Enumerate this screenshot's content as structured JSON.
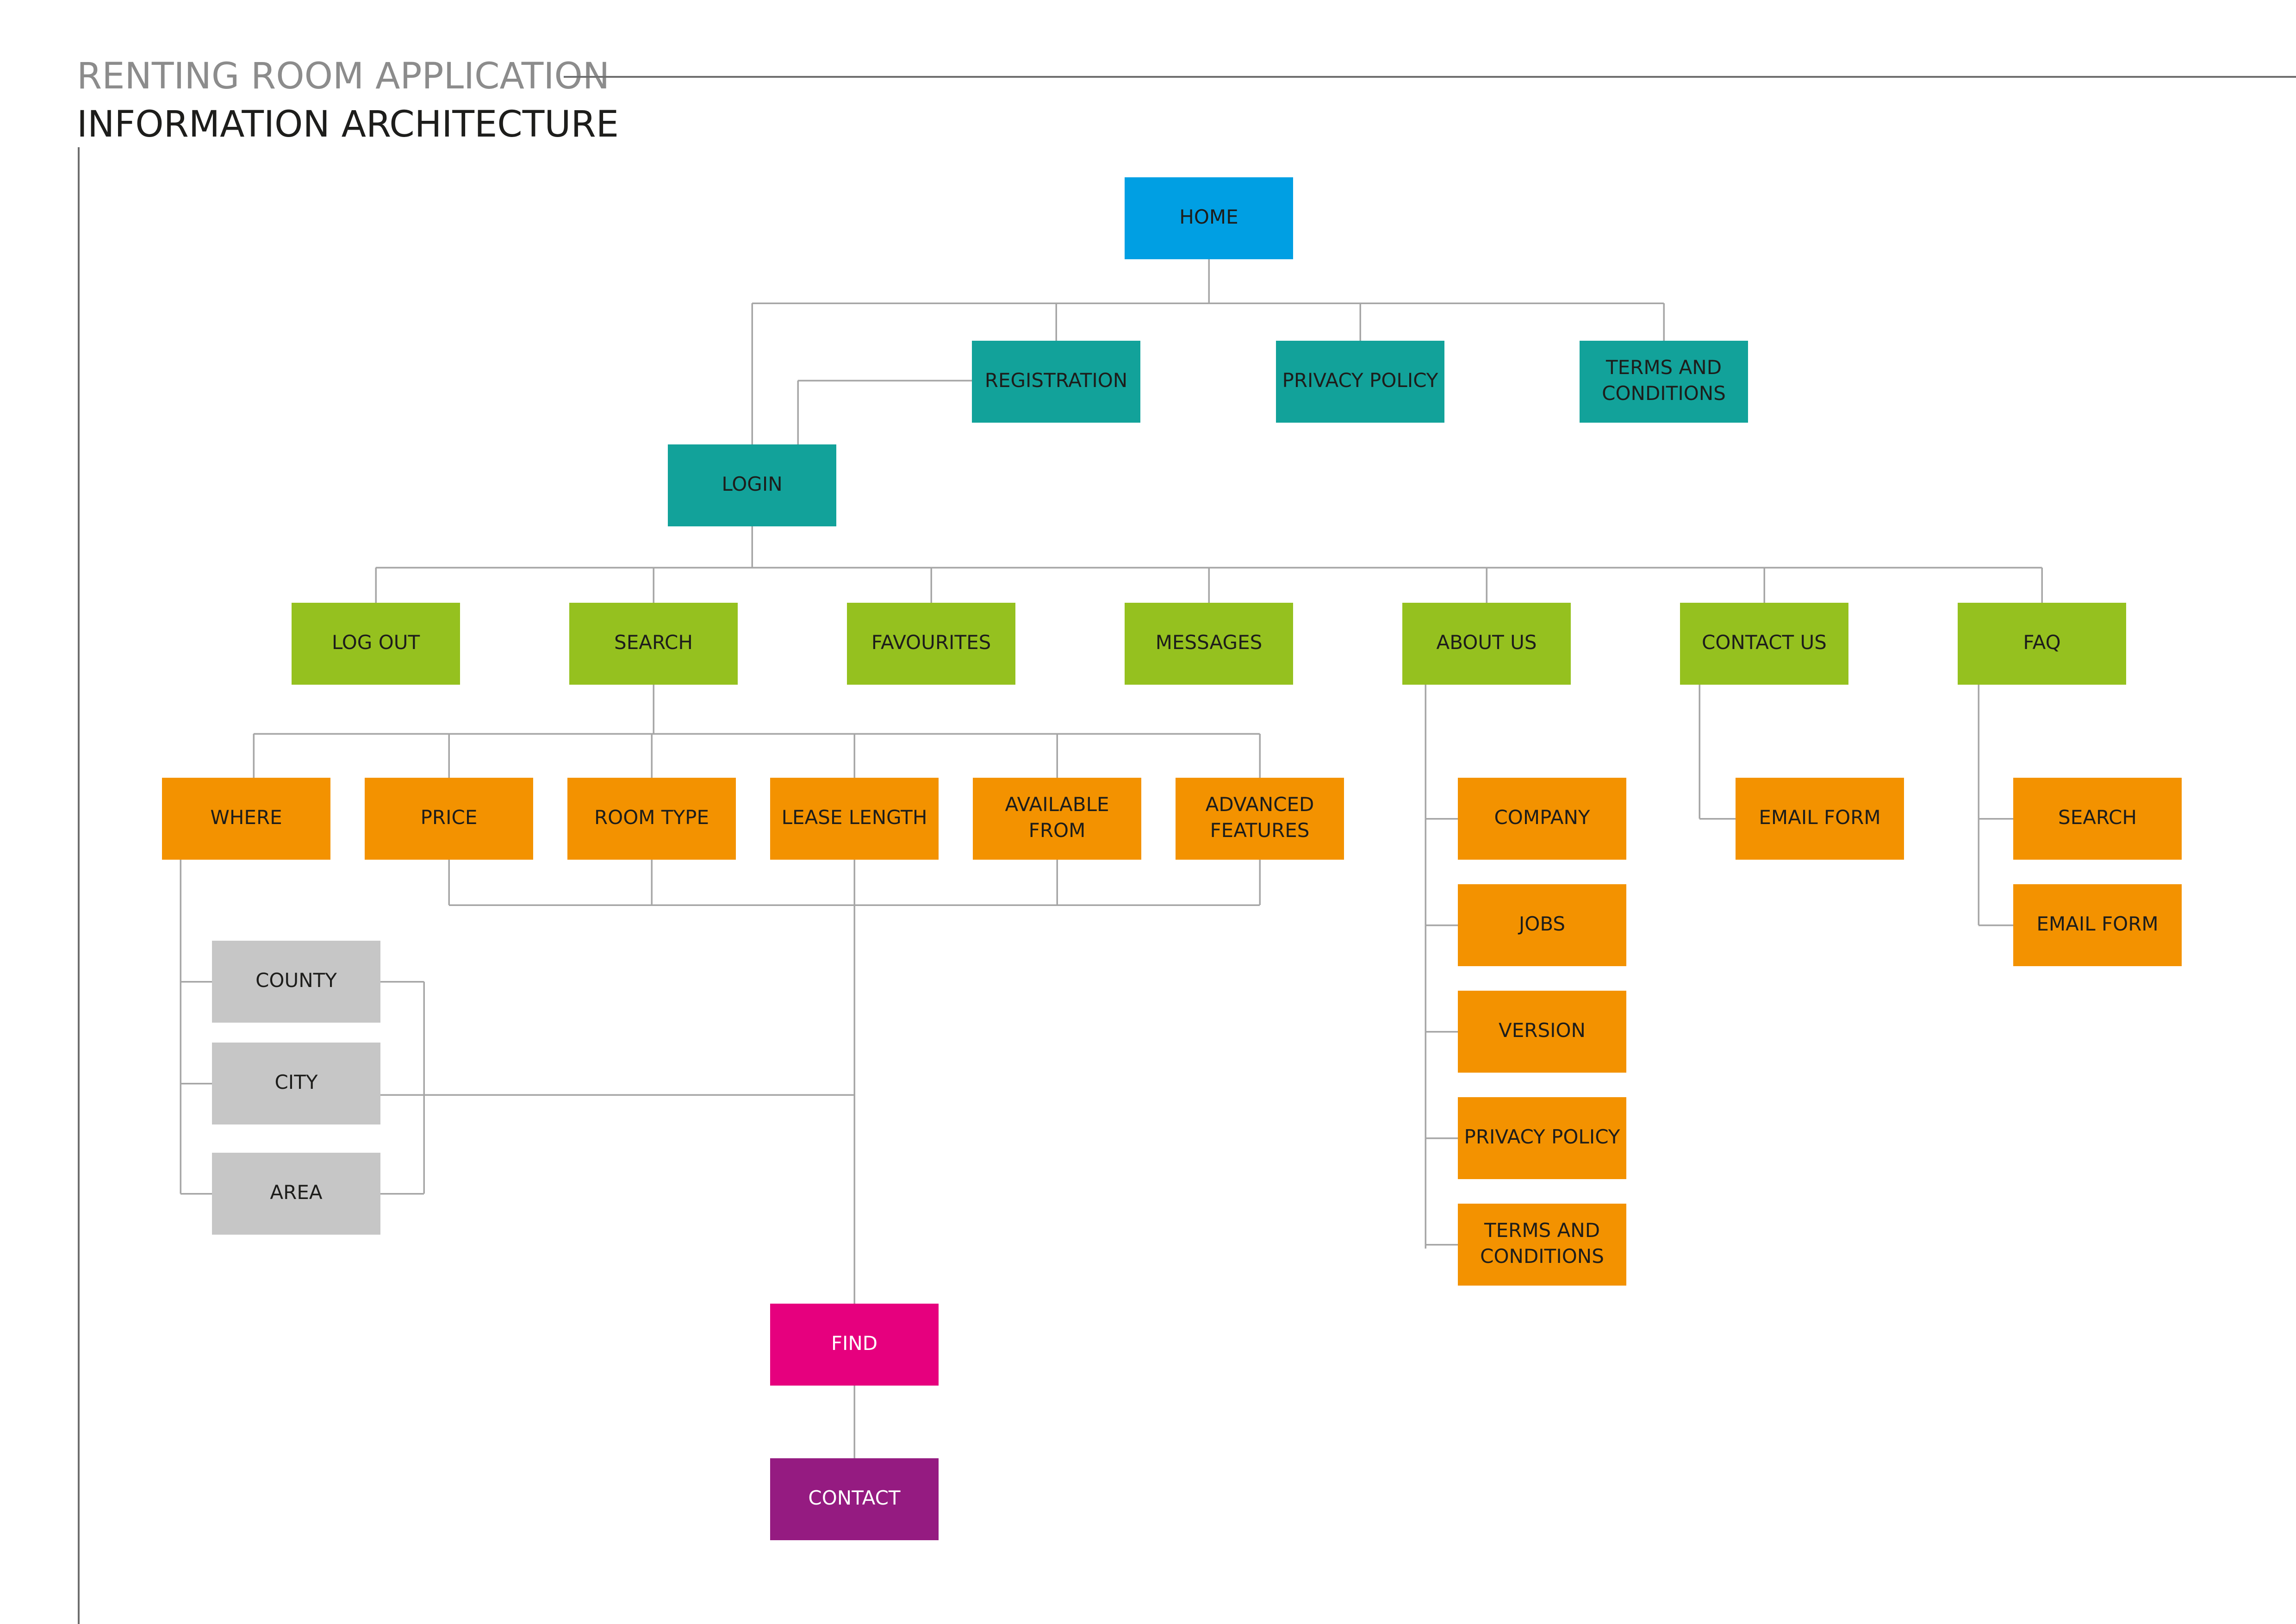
{
  "header": {
    "title": "RENTING ROOM APPLICATION",
    "subtitle": "INFORMATION ARCHITECTURE"
  },
  "colors": {
    "home": "#009fe3",
    "primary": "#12a29a",
    "section": "#95c11f",
    "detail": "#f39200",
    "location": "#c6c6c6",
    "find": "#e6007e",
    "contact": "#951b81",
    "wire": "#a6a6a6",
    "title": "#8c8c8c",
    "subtitle": "#1d1d1b",
    "node_text_dark": "#1d1d1b",
    "node_text_light": "#ffffff"
  },
  "nodes": [
    {
      "id": "home",
      "level": "home",
      "lines": [
        "HOME"
      ]
    },
    {
      "id": "registration",
      "level": "primary",
      "lines": [
        "REGISTRATION"
      ]
    },
    {
      "id": "privacy-policy",
      "level": "primary",
      "lines": [
        "PRIVACY POLICY"
      ]
    },
    {
      "id": "terms-and-conditions",
      "level": "primary",
      "lines": [
        "TERMS AND",
        "CONDITIONS"
      ]
    },
    {
      "id": "login",
      "level": "primary",
      "lines": [
        "LOGIN"
      ]
    },
    {
      "id": "log-out",
      "level": "section",
      "lines": [
        "LOG OUT"
      ]
    },
    {
      "id": "search",
      "level": "section",
      "lines": [
        "SEARCH"
      ]
    },
    {
      "id": "favourites",
      "level": "section",
      "lines": [
        "FAVOURITES"
      ]
    },
    {
      "id": "messages",
      "level": "section",
      "lines": [
        "MESSAGES"
      ]
    },
    {
      "id": "about-us",
      "level": "section",
      "lines": [
        "ABOUT US"
      ]
    },
    {
      "id": "contact-us",
      "level": "section",
      "lines": [
        "CONTACT US"
      ]
    },
    {
      "id": "faq",
      "level": "section",
      "lines": [
        "FAQ"
      ]
    },
    {
      "id": "where",
      "level": "detail",
      "lines": [
        "WHERE"
      ]
    },
    {
      "id": "price",
      "level": "detail",
      "lines": [
        "PRICE"
      ]
    },
    {
      "id": "room-type",
      "level": "detail",
      "lines": [
        "ROOM TYPE"
      ]
    },
    {
      "id": "lease-length",
      "level": "detail",
      "lines": [
        "LEASE LENGTH"
      ]
    },
    {
      "id": "available-from",
      "level": "detail",
      "lines": [
        "AVAILABLE",
        "FROM"
      ]
    },
    {
      "id": "advanced-features",
      "level": "detail",
      "lines": [
        "ADVANCED",
        "FEATURES"
      ]
    },
    {
      "id": "company",
      "level": "detail",
      "lines": [
        "COMPANY"
      ]
    },
    {
      "id": "jobs",
      "level": "detail",
      "lines": [
        "JOBS"
      ]
    },
    {
      "id": "version",
      "level": "detail",
      "lines": [
        "VERSION"
      ]
    },
    {
      "id": "about-privacy-policy",
      "level": "detail",
      "lines": [
        "PRIVACY POLICY"
      ]
    },
    {
      "id": "about-terms-and-conditions",
      "level": "detail",
      "lines": [
        "TERMS AND",
        "CONDITIONS"
      ]
    },
    {
      "id": "email-form-contact",
      "level": "detail",
      "lines": [
        "EMAIL FORM"
      ]
    },
    {
      "id": "faq-search",
      "level": "detail",
      "lines": [
        "SEARCH"
      ]
    },
    {
      "id": "email-form-faq",
      "level": "detail",
      "lines": [
        "EMAIL FORM"
      ]
    },
    {
      "id": "county",
      "level": "location",
      "lines": [
        "COUNTY"
      ]
    },
    {
      "id": "city",
      "level": "location",
      "lines": [
        "CITY"
      ]
    },
    {
      "id": "area",
      "level": "location",
      "lines": [
        "AREA"
      ]
    },
    {
      "id": "find",
      "level": "find",
      "lines": [
        "FIND"
      ]
    },
    {
      "id": "contact",
      "level": "contact",
      "lines": [
        "CONTACT"
      ]
    }
  ],
  "edges": [
    [
      "home",
      "registration"
    ],
    [
      "home",
      "privacy-policy"
    ],
    [
      "home",
      "terms-and-conditions"
    ],
    [
      "home",
      "login"
    ],
    [
      "registration",
      "login"
    ],
    [
      "login",
      "log-out"
    ],
    [
      "login",
      "search"
    ],
    [
      "login",
      "favourites"
    ],
    [
      "login",
      "messages"
    ],
    [
      "login",
      "about-us"
    ],
    [
      "login",
      "contact-us"
    ],
    [
      "login",
      "faq"
    ],
    [
      "search",
      "where"
    ],
    [
      "search",
      "price"
    ],
    [
      "search",
      "room-type"
    ],
    [
      "search",
      "lease-length"
    ],
    [
      "search",
      "available-from"
    ],
    [
      "search",
      "advanced-features"
    ],
    [
      "where",
      "county"
    ],
    [
      "where",
      "city"
    ],
    [
      "where",
      "area"
    ],
    [
      "about-us",
      "company"
    ],
    [
      "about-us",
      "jobs"
    ],
    [
      "about-us",
      "version"
    ],
    [
      "about-us",
      "about-privacy-policy"
    ],
    [
      "about-us",
      "about-terms-and-conditions"
    ],
    [
      "contact-us",
      "email-form-contact"
    ],
    [
      "faq",
      "faq-search"
    ],
    [
      "faq",
      "email-form-faq"
    ],
    [
      "price",
      "find"
    ],
    [
      "room-type",
      "find"
    ],
    [
      "lease-length",
      "find"
    ],
    [
      "available-from",
      "find"
    ],
    [
      "advanced-features",
      "find"
    ],
    [
      "county",
      "find"
    ],
    [
      "city",
      "find"
    ],
    [
      "area",
      "find"
    ],
    [
      "find",
      "contact"
    ]
  ]
}
